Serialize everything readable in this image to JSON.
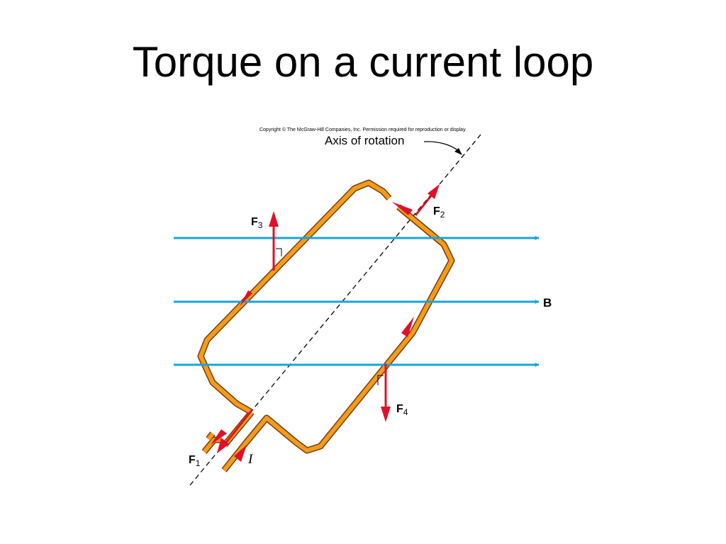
{
  "title": "Torque on a current loop",
  "copyright": "Copyright © The McGraw-Hill Companies, Inc. Permission required for reproduction or display.",
  "labels": {
    "axis": "Axis of rotation",
    "field": "B",
    "current": "I",
    "f1": {
      "main": "F",
      "sub": "1"
    },
    "f2": {
      "main": "F",
      "sub": "2"
    },
    "f3": {
      "main": "F",
      "sub": "3"
    },
    "f4": {
      "main": "F",
      "sub": "4"
    }
  },
  "colors": {
    "field_line": "#1aa3d9",
    "wire_fill": "#f29b1c",
    "wire_edge": "#7a3d0a",
    "force_arrow": "#e0102b",
    "axis": "#000000"
  }
}
